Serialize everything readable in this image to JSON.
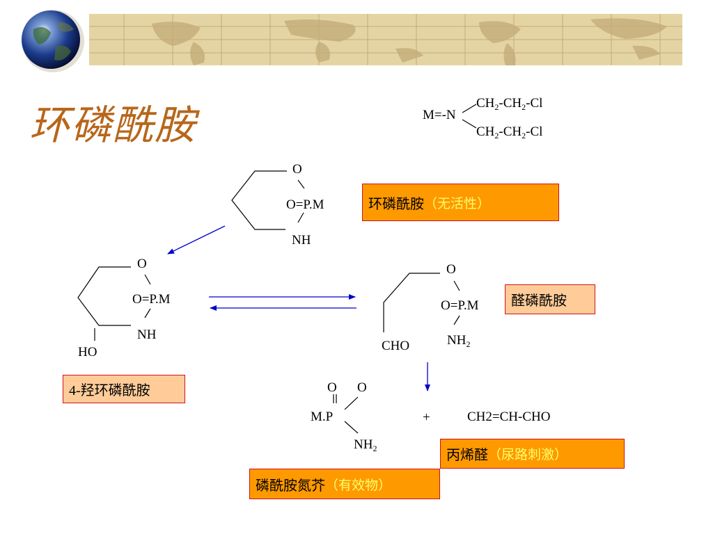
{
  "title": "环磷酰胺",
  "formula": {
    "m_eq": "M=-N",
    "chain1_a": "CH",
    "chain1_b": "2",
    "chain1_c": "-CH",
    "chain1_d": "2",
    "chain1_e": "-Cl",
    "chain2_a": "CH",
    "chain2_b": "2",
    "chain2_c": "-CH",
    "chain2_d": "2",
    "chain2_e": "-Cl"
  },
  "structures": {
    "cyclo": {
      "o": "O",
      "p": "O=P.M",
      "nh": "NH"
    },
    "hydroxy": {
      "o": "O",
      "p": "O=P.M",
      "nh": "NH",
      "ho": "HO"
    },
    "aldo": {
      "o": "O",
      "p": "O=P.M",
      "nh": "NH",
      "nh_sub": "2",
      "cho": "CHO"
    },
    "mustard": {
      "o1": "O",
      "o2": "O",
      "mp": "M.P",
      "nh": "NH",
      "nh_sub": "2"
    },
    "plus": "+",
    "acrolein": "CH2=CH-CHO"
  },
  "labels": {
    "cyclo_name": "环磷酰胺",
    "cyclo_note": "（无活性）",
    "aldo_name": "醛磷酰胺",
    "hydroxy_name": "4-羟环磷酰胺",
    "acrolein_name": "丙烯醛",
    "acrolein_note": "（尿路刺激）",
    "mustard_name": "磷酰胺氮芥",
    "mustard_note": "（有效物）"
  },
  "colors": {
    "title": "#b8661a",
    "arrow": "#0000cc",
    "box_orange": "#ff9900",
    "box_peach": "#ffcc99",
    "box_border": "#d0101a",
    "note": "#ffff66",
    "banner": "#e5d4a3"
  },
  "icons": {
    "globe": "globe-icon"
  }
}
